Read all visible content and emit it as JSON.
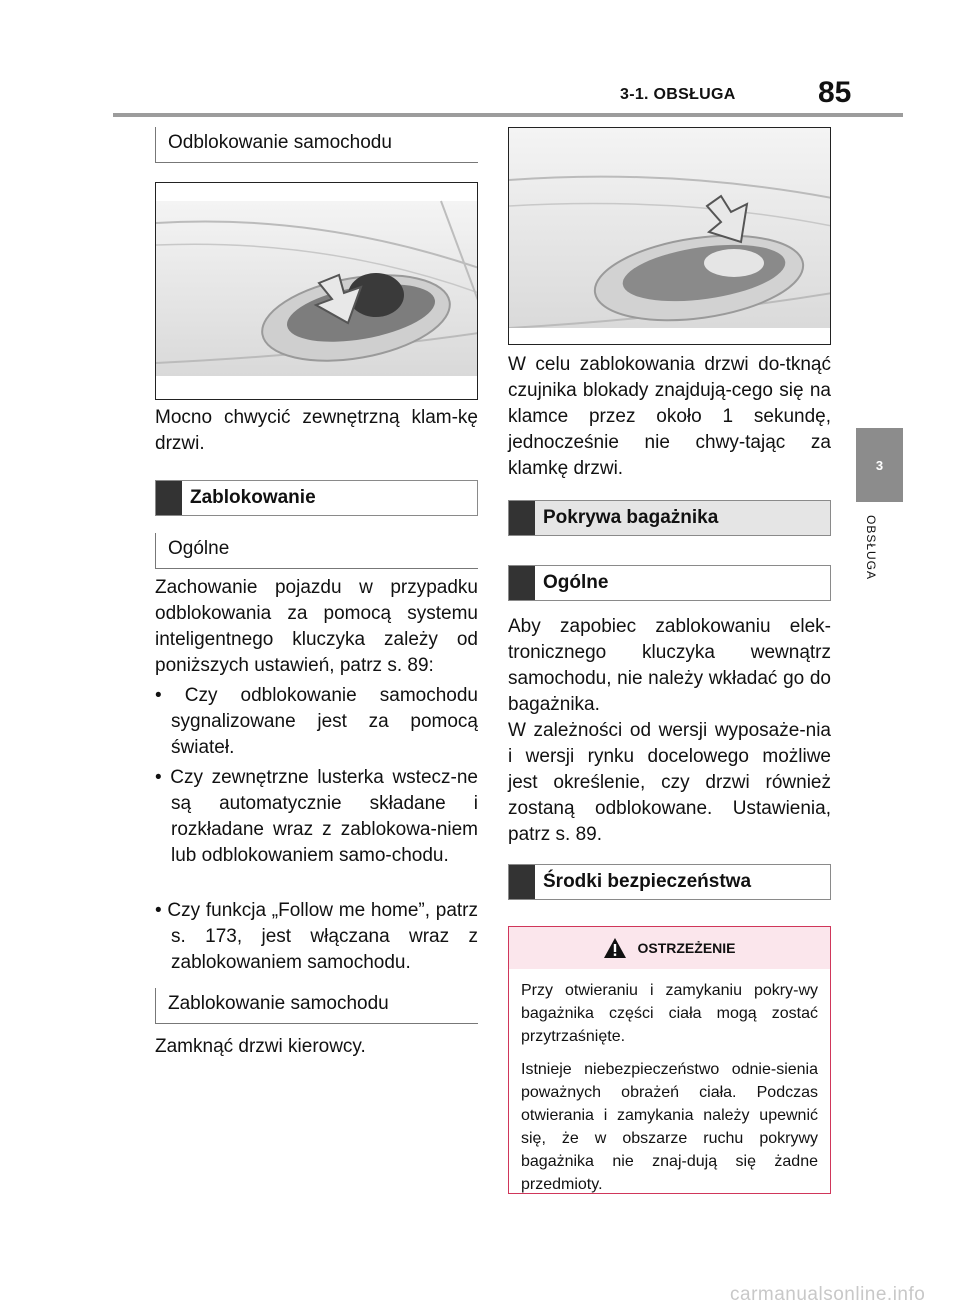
{
  "header": {
    "section_title": "3-1. OBSŁUGA",
    "page_number": "85"
  },
  "side_tab": {
    "number": "3",
    "label": "OBSŁUGA"
  },
  "left": {
    "subhead_unlock": "Odblokowanie samochodu",
    "unlock_text": "Mocno chwycić zewnętrzną klam-kę drzwi.",
    "section_lock": "Zablokowanie",
    "subhead_general": "Ogólne",
    "general_text": "Zachowanie pojazdu w przypadku odblokowania za pomocą systemu inteligentnego kluczyka zależy od poniższych ustawień, patrz s. 89:",
    "bullets": [
      "• Czy odblokowanie samochodu sygnalizowane jest za pomocą świateł.",
      "• Czy zewnętrzne lusterka wstecz-ne są automatycznie składane i rozkładane wraz z zablokowa-niem lub odblokowaniem samo-chodu.",
      "• Czy funkcja „Follow me home”, patrz s. 173, jest włączana wraz z zablokowaniem samochodu."
    ],
    "subhead_lock_car": "Zablokowanie samochodu",
    "lock_car_text": "Zamknąć drzwi kierowcy."
  },
  "right": {
    "lock_text": "W celu zablokowania drzwi do-tknąć czujnika blokady znajdują-cego się na klamce przez około 1 sekundę, jednocześnie nie chwy-tając za klamkę drzwi.",
    "section_trunk": "Pokrywa bagażnika",
    "section_general": "Ogólne",
    "trunk_text_1": "Aby zapobiec zablokowaniu elek-tronicznego kluczyka wewnątrz samochodu, nie należy wkładać go do bagażnika.",
    "trunk_text_2": "W zależności od wersji wyposaże-nia i wersji rynku docelowego możliwe jest określenie, czy drzwi również zostaną odblokowane. Ustawienia, patrz s. 89.",
    "section_safety": "Środki bezpieczeństwa",
    "warning": {
      "title": "OSTRZEŻENIE",
      "icon": "warning-triangle-icon",
      "p1": "Przy otwieraniu i zamykaniu pokry-wy bagażnika części ciała mogą zostać przytrzaśnięte.",
      "p2": "Istnieje niebezpieczeństwo odnie-sienia poważnych obrażeń ciała. Podczas otwierania i zamykania należy upewnić się, że w obszarze ruchu pokrywy bagażnika nie znaj-dują się żadne przedmioty."
    }
  },
  "watermark": "carmanualsonline.info",
  "colors": {
    "warning_border": "#d0365a",
    "warning_header_bg": "#fbe6ec",
    "section_bar": "#333333",
    "side_tab": "#8c8c8c"
  }
}
